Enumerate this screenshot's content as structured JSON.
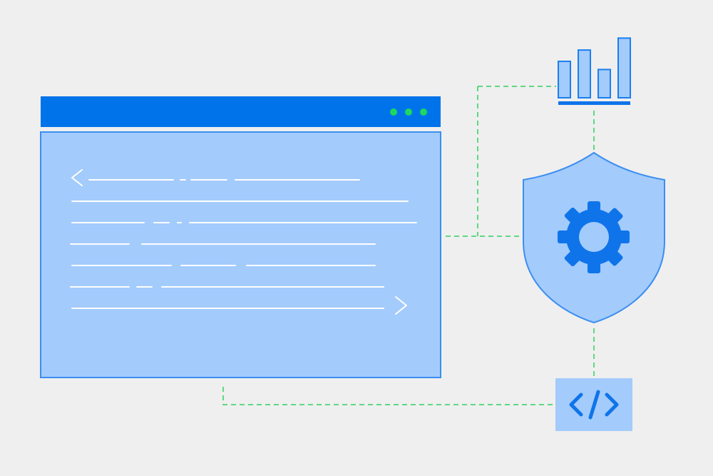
{
  "background": "#efefef",
  "colors": {
    "window_titlebar": "#0073ea",
    "window_body": "#a3cbfc",
    "window_border": "#3c8ef0",
    "code_lines": "#ffffff",
    "status_dots": "#1ed760",
    "connector": "#2ed060",
    "chart_bars_fill": "#a3cbfc",
    "chart_bars_stroke": "#1a7ff0",
    "chart_baseline": "#0f74ea",
    "shield_fill": "#a3cbfc",
    "shield_stroke": "#3c8ef0",
    "gear": "#0f74ea",
    "code_box_fill": "#a3cbfc",
    "code_glyph": "#0f74ea"
  },
  "icons": {
    "window": "browser-window-icon",
    "chart": "bar-chart-icon",
    "shield": "shield-icon",
    "gear": "gear-icon",
    "code": "code-brackets-icon",
    "open_chevron": "chevron-left-icon",
    "close_chevron": "chevron-right-icon"
  },
  "chart": {
    "bar_levels": [
      0.58,
      0.76,
      0.45,
      0.95
    ]
  }
}
